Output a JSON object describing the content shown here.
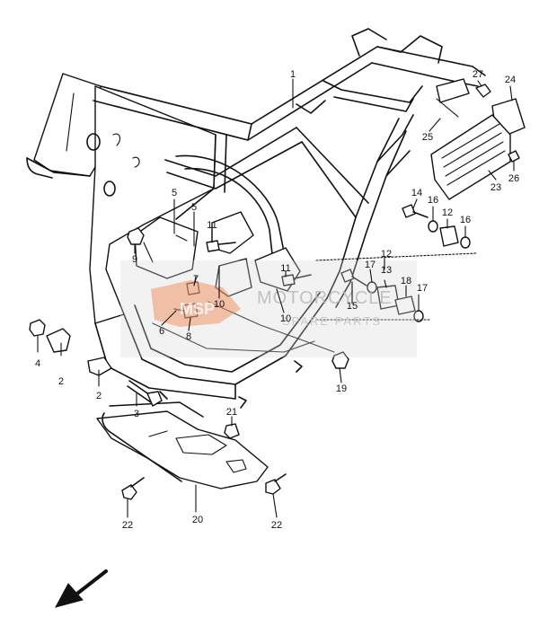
{
  "diagram": {
    "callouts": [
      {
        "id": "1",
        "text": "1"
      },
      {
        "id": "2a",
        "text": "2"
      },
      {
        "id": "2b",
        "text": "2"
      },
      {
        "id": "3",
        "text": "3"
      },
      {
        "id": "4",
        "text": "4"
      },
      {
        "id": "5a",
        "text": "5"
      },
      {
        "id": "5b",
        "text": "5"
      },
      {
        "id": "6",
        "text": "6"
      },
      {
        "id": "7",
        "text": "7"
      },
      {
        "id": "8",
        "text": "8"
      },
      {
        "id": "9",
        "text": "9"
      },
      {
        "id": "10a",
        "text": "10"
      },
      {
        "id": "10b",
        "text": "10"
      },
      {
        "id": "11a",
        "text": "11"
      },
      {
        "id": "11b",
        "text": "11"
      },
      {
        "id": "12a",
        "text": "12"
      },
      {
        "id": "12b",
        "text": "12"
      },
      {
        "id": "13",
        "text": "13"
      },
      {
        "id": "14",
        "text": "14"
      },
      {
        "id": "15",
        "text": "15"
      },
      {
        "id": "16a",
        "text": "16"
      },
      {
        "id": "16b",
        "text": "16"
      },
      {
        "id": "17a",
        "text": "17"
      },
      {
        "id": "17b",
        "text": "17"
      },
      {
        "id": "18",
        "text": "18"
      },
      {
        "id": "19",
        "text": "19"
      },
      {
        "id": "20",
        "text": "20"
      },
      {
        "id": "21",
        "text": "21"
      },
      {
        "id": "22a",
        "text": "22"
      },
      {
        "id": "22b",
        "text": "22"
      },
      {
        "id": "23",
        "text": "23"
      },
      {
        "id": "24",
        "text": "24"
      },
      {
        "id": "25",
        "text": "25"
      },
      {
        "id": "26",
        "text": "26"
      },
      {
        "id": "27",
        "text": "27"
      }
    ],
    "watermark": {
      "logo_text": "MSP",
      "brand": "MOTORCYCLE",
      "sub": "SPARE PARTS",
      "accent": "#f08a5a"
    },
    "orientation_icon": "front-direction-arrow-icon"
  }
}
